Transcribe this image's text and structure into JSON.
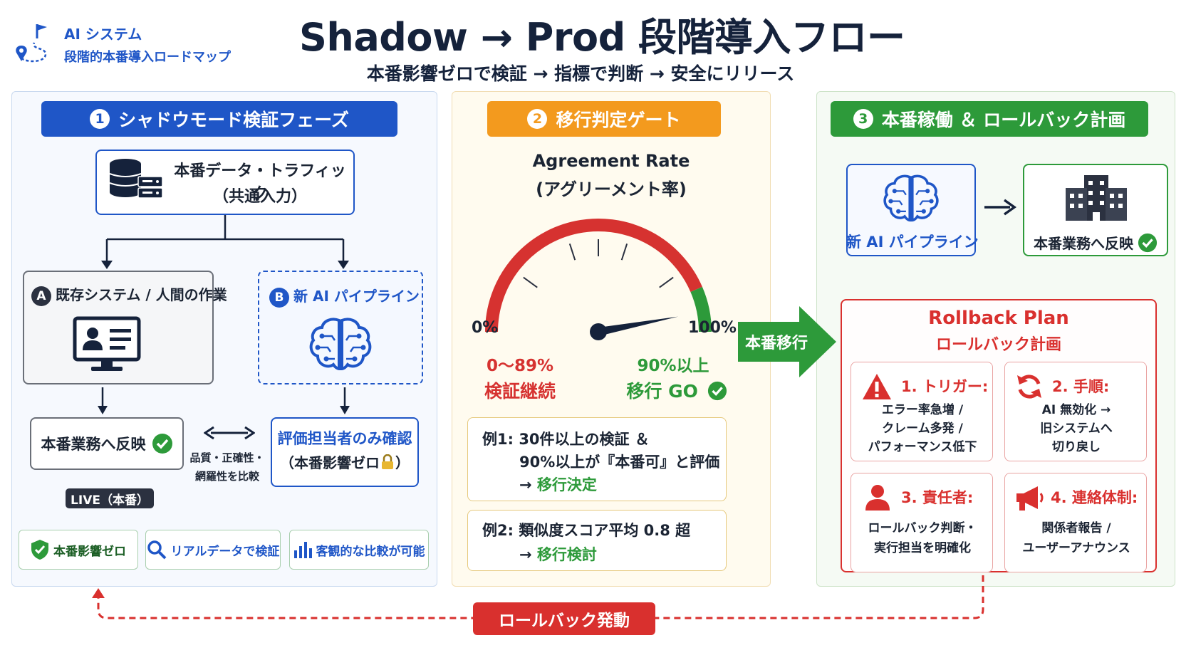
{
  "header": {
    "brand_line1": "AI システム",
    "brand_line2": "段階的本番導入ロードマップ",
    "title": "Shadow → Prod 段階導入フロー",
    "subtitle": "本番影響ゼロで検証 → 指標で判断 → 安全にリリース"
  },
  "phase1": {
    "number": "1",
    "title": "シャドウモード検証フェーズ",
    "input_line1": "本番データ・トラフィック",
    "input_line2": "（共通入力）",
    "branch_a": {
      "badge": "A",
      "label": "既存システム / 人間の作業"
    },
    "branch_b": {
      "badge": "B",
      "label": "新 AI パイプライン"
    },
    "reflect": "本番業務へ反映",
    "eval_line1": "評価担当者のみ確認",
    "eval_line2": "（本番影響ゼロ",
    "eval_line2_end": "）",
    "compare_line1": "品質・正確性・",
    "compare_line2": "網羅性を比較",
    "live": "LIVE（本番）",
    "features": [
      "本番影響ゼロ",
      "リアルデータで検証",
      "客観的な比較が可能"
    ]
  },
  "phase2": {
    "number": "2",
    "title": "移行判定ゲート",
    "metric_line1": "Agreement Rate",
    "metric_line2": "(アグリーメント率)",
    "label_0": "0%",
    "label_100": "100%",
    "gauge_value_percent": 94,
    "threshold_percent": 90,
    "zone_red_range": "0〜89%",
    "zone_red_action": "検証継続",
    "zone_green_range": "90%以上",
    "zone_green_action": "移行 GO",
    "example1": {
      "line1": "例1:  30件以上の検証 ＆",
      "line2": "90%以上が『本番可』と評価",
      "line3_arrow": "→",
      "line3": "移行決定"
    },
    "example2": {
      "line1": "例2:  類似度スコア平均 0.8 超",
      "line2_arrow": "→",
      "line2": "移行検討"
    }
  },
  "transition": {
    "label": "本番移行"
  },
  "phase3": {
    "number": "3",
    "title": "本番稼働 ＆ ロールバック計画",
    "ai_label": "新 AI パイプライン",
    "prod_label": "本番業務へ反映",
    "rollback_title": "Rollback Plan",
    "rollback_subtitle": "ロールバック計画",
    "cards": [
      {
        "heading": "1. トリガー:",
        "lines": [
          "エラー率急増 /",
          "クレーム多発 /",
          "パフォーマンス低下"
        ],
        "icon": "warning-icon"
      },
      {
        "heading": "2. 手順:",
        "lines": [
          "AI 無効化 →",
          "旧システムへ",
          "切り戻し"
        ],
        "icon": "refresh-icon"
      },
      {
        "heading": "3. 責任者:",
        "lines": [
          "ロールバック判断・",
          "実行担当を明確化"
        ],
        "icon": "person-icon"
      },
      {
        "heading": "4. 連絡体制:",
        "lines": [
          "関係者報告 /",
          "ユーザーアナウンス"
        ],
        "icon": "megaphone-icon"
      }
    ]
  },
  "footer": {
    "rollback_trigger": "ロールバック発動"
  },
  "colors": {
    "blue": "#1f56c7",
    "orange": "#f39a1e",
    "green": "#2d9a3a",
    "red": "#d9302e",
    "navy": "#15223b"
  }
}
